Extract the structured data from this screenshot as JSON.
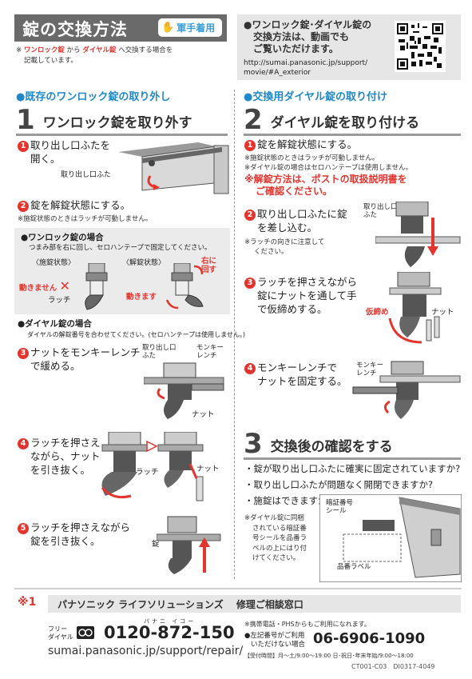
{
  "header": {
    "title": "錠の交換方法",
    "glove_label": "軍手着用",
    "note_prefix": "※",
    "note_lock1": "ワンロック錠",
    "note_from": "から",
    "note_lock2": "ダイヤル錠",
    "note_suffix": "へ交換する場合を",
    "note_line2": "記載しています。"
  },
  "video": {
    "line1": "●ワンロック錠･ダイヤル錠の",
    "line2": "交換方法は、動画でも",
    "line3": "ご覧いただけます。",
    "url1": "http://sumai.panasonic.jp/support/",
    "url2": "movie/#A_exterior"
  },
  "left": {
    "section": "●既存のワンロック錠の取り外し",
    "step_num": "1",
    "step_title": "ワンロック錠を取り外す",
    "s1_num": "1",
    "s1_line1": "取り出し口ふたを",
    "s1_line2": "開く。",
    "s1_label": "取り出し口ふた",
    "s2_num": "2",
    "s2_text": "錠を解錠状態にする。",
    "s2_note": "※施錠状態のときはラッチが可動しません。",
    "box_h1": "●ワンロック錠の場合",
    "box_t1": "つまみ部を右に回し、セロハンテープで固定してください。",
    "box_lock": "〈施錠状態〉",
    "box_unlock": "〈解錠状態〉",
    "box_right": "右に",
    "box_turn": "回す",
    "box_nomove": "動きません",
    "box_latch": "ラッチ",
    "box_move": "動きます",
    "dial_h": "●ダイヤル錠の場合",
    "dial_t": "ダイヤルの解錠番号を合わせてください。(セロハンテープは使用しません。)",
    "s3_num": "3",
    "s3_line1": "ナットをモンキーレンチ",
    "s3_line2": "で緩める。",
    "s3_lid1": "取り出し口",
    "s3_lid2": "ふた",
    "s3_wr1": "モンキー",
    "s3_wr2": "レンチ",
    "s3_nut": "ナット",
    "s4_num": "4",
    "s4_line1": "ラッチを押さえ",
    "s4_line2": "ながら、ナット",
    "s4_line3": "を引き抜く。",
    "s4_latch": "ラッチ",
    "s4_nut": "ナット",
    "s5_num": "5",
    "s5_line1": "ラッチを押さえながら",
    "s5_line2": "錠を引き抜く。",
    "s5_lock": "錠"
  },
  "right": {
    "section": "●交換用ダイヤル錠の取り付け",
    "step_num": "2",
    "step_title": "ダイヤル錠を取り付ける",
    "s1_num": "1",
    "s1_text": "錠を解錠状態にする。",
    "s1_note1": "※施錠状態のときはラッチが可動しません。",
    "s1_note2": "※ダイヤル錠の場合はセロハンテープは使用しません。",
    "s1_warn1": "※解錠方法は、ポストの取扱説明書を",
    "s1_warn2": "ご確認ください。",
    "s2_num": "2",
    "s2_line1": "取り出し口ふたに錠",
    "s2_line2": "を差し込む。",
    "s2_note1": "※ラッチの向きに注意して",
    "s2_note2": "ください。",
    "s2_lid1": "取り出し口",
    "s2_lid2": "ふた",
    "s3_num": "3",
    "s3_line1": "ラッチを押さえながら",
    "s3_line2": "錠にナットを通して手",
    "s3_line3": "で仮締めする。",
    "s3_temp": "仮締め",
    "s3_nut": "ナット",
    "s4_num": "4",
    "s4_line1": "モンキーレンチで",
    "s4_line2": "ナットを固定する。",
    "s4_wr1": "モンキー",
    "s4_wr2": "レンチ",
    "step3_num": "3",
    "step3_title": "交換後の確認をする",
    "check1": "・錠が取り出し口ふたに確実に固定されていますか?",
    "check2": "・取り出し口ふたが問題なく開閉できますか?",
    "check3": "・施錠はできますか?",
    "dial_note1": "※ダイヤル錠に同梱",
    "dial_note2": "されている暗証番",
    "dial_note3": "号シールを品番ラ",
    "dial_note4": "ベルの上にはり付",
    "dial_note5": "けてください。",
    "seal1": "暗証番号",
    "seal2": "シール",
    "part_label": "品番ラベル"
  },
  "footer": {
    "mark": "※1",
    "company": "パナソニック ライフソリューションズ",
    "window": "修理ご相談窓口",
    "free_label1": "フリー",
    "free_label2": "ダイヤル",
    "phone1": "0120-872-150",
    "phone1_ruby": "バナニ イコー",
    "url": "sumai.panasonic.jp/support/repair/",
    "pc_note": "※携帯電話・PHSからもご利用になれます。",
    "alt_line1": "●左記番号がご利用",
    "alt_line2": "いただけない場合",
    "phone2": "06-6906-1090",
    "hours_tag": "【受付時間】",
    "hours": "月～土/9:00～19:00 日･祝日･年末年始/9:00～18:00",
    "code": "CT001-C03　DI0317-4049"
  }
}
